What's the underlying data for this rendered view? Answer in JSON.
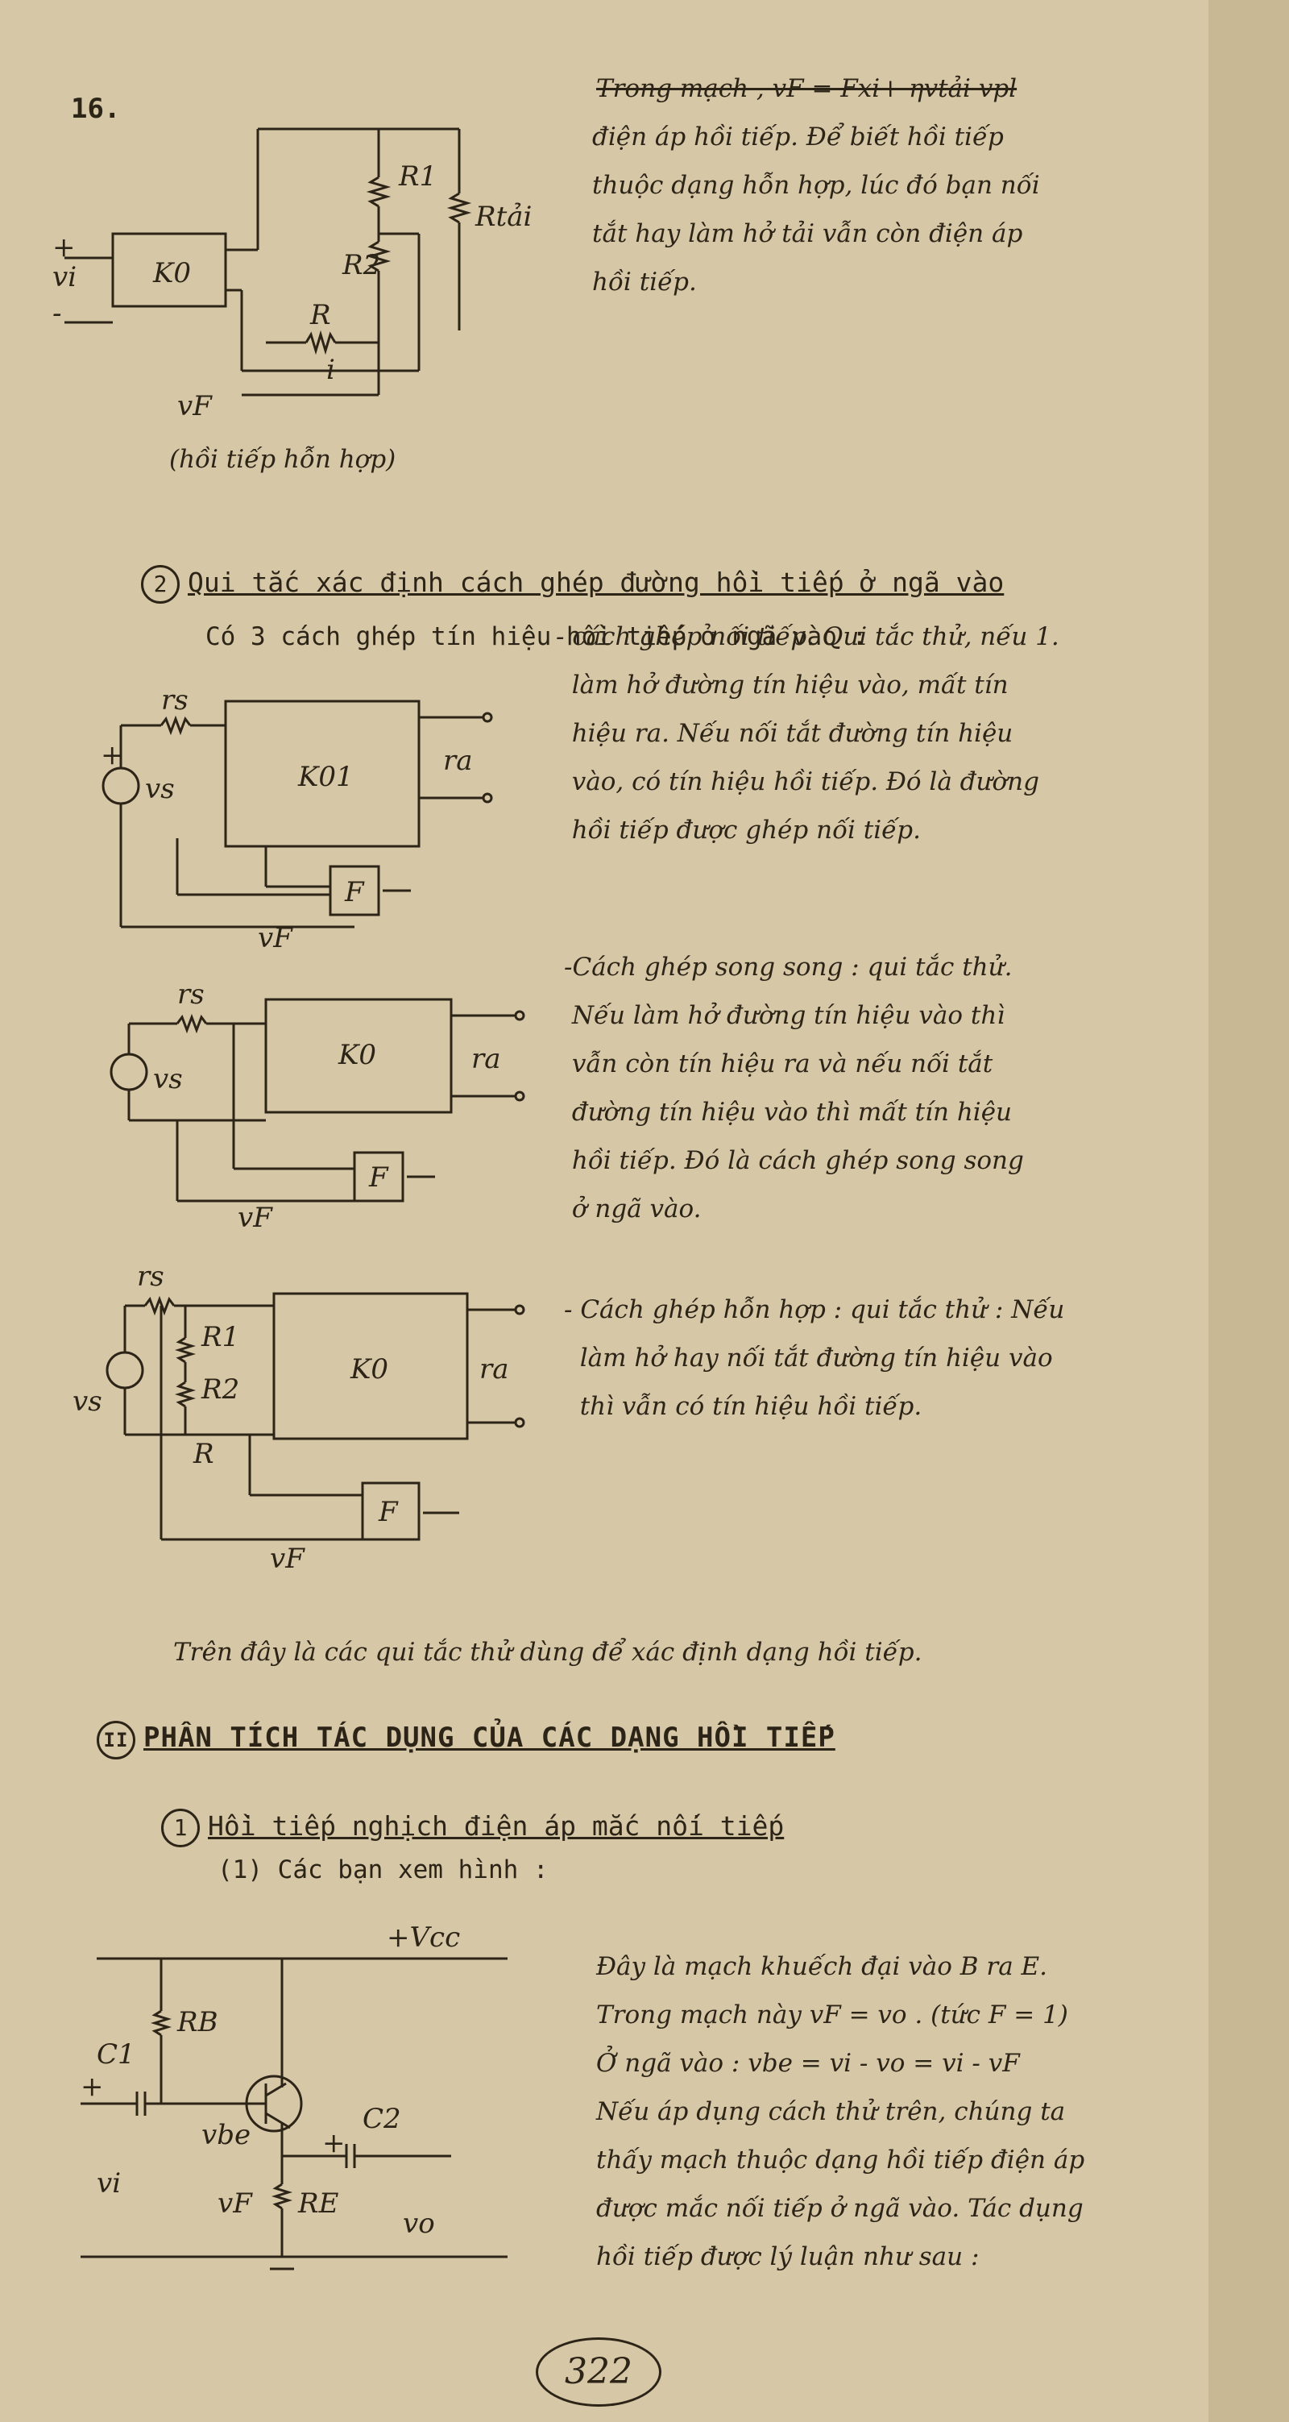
{
  "page": {
    "number": "16.",
    "bottom_page_number": "322"
  },
  "sec_mixed": {
    "text_line1": "Trong mạch , vF = Fxi+ ηvtải vpl",
    "text_rest": "điện áp hồi tiếp. Để biết hồi tiếp\nthuộc dạng hỗn hợp, lúc đó bạn nối\ntắt hay làm hở tải vẫn còn điện áp\nhồi tiếp.",
    "caption": "(hồi tiếp hỗn hợp)",
    "labels": {
      "k": "K0",
      "r1": "R1",
      "r2": "R2",
      "r": "R",
      "rload": "Rtải",
      "vi": "vi",
      "i": "i",
      "vf": "vF",
      "plus": "+",
      "minus": "-"
    }
  },
  "rule2": {
    "num": "2",
    "title": "Qui tắc xác định cách ghép đường hồi tiếp ở ngã vào",
    "subtitle": "Có 3 cách ghép tín hiệu hồi tiếp ở ngã vào :"
  },
  "series": {
    "text": "- cách ghép nối tiếp. Qui tắc thử, nếu 1.\n  làm hở đường tín hiệu vào, mất tín\n  hiệu ra. Nếu nối tắt đường tín hiệu\n  vào, có tín hiệu hồi tiếp. Đó là đường\n  hồi tiếp được ghép nối tiếp.",
    "labels": {
      "rs": "rs",
      "k": "K01",
      "ra": "ra",
      "vs": "vs",
      "f": "F",
      "vf": "vF",
      "plus": "+"
    }
  },
  "parallel": {
    "text": "-Cách ghép song song : qui tắc thử.\n Nếu làm hở đường tín hiệu vào thì\n vẫn còn tín hiệu ra và nếu nối tắt\n đường tín hiệu vào thì mất tín hiệu\n hồi tiếp. Đó là cách ghép song song\n ở ngã vào.",
    "labels": {
      "rs": "rs",
      "k": "K0",
      "ra": "ra",
      "vs": "vs",
      "f": "F",
      "vf": "vF"
    }
  },
  "mixed": {
    "text": "- Cách ghép hỗn hợp : qui tắc thử : Nếu\n  làm hở hay nối tắt đường tín hiệu vào\n  thì vẫn có tín hiệu hồi tiếp.",
    "labels": {
      "rs": "rs",
      "r1": "R1",
      "r2": "R2",
      "r": "R",
      "k": "K0",
      "ra": "ra",
      "vs": "vs",
      "f": "F",
      "vf": "vF"
    }
  },
  "summary": "Trên đây là các qui tắc thử dùng để xác định dạng hồi tiếp.",
  "section2": {
    "num": "II",
    "title": "PHÂN TÍCH TÁC DỤNG CỦA CÁC DẠNG HỒI TIẾP"
  },
  "sub1": {
    "num": "1",
    "title": "Hồi tiếp nghịch điện áp mắc nối tiếp",
    "see": "(1) Các bạn xem hình :",
    "text": "Đây là mạch khuếch đại vào B ra E.\nTrong mạch này vF = vo . (tức F = 1)\nỞ ngã vào : vbe = vi - vo = vi - vF\nNếu áp dụng cách thử trên, chúng ta\nthấy mạch thuộc dạng hồi tiếp điện áp\nđược mắc nối tiếp ở ngã vào. Tác dụng\nhồi tiếp được lý luận như sau :",
    "labels": {
      "vcc": "+Vcc",
      "rb": "RB",
      "c1": "C1",
      "c2": "C2",
      "vbe": "vbe",
      "vi": "vi",
      "vf": "vF",
      "re": "RE",
      "vo": "vo",
      "plus": "+"
    }
  },
  "colors": {
    "paper": "#d6c7a6",
    "ink": "#2d2418"
  }
}
